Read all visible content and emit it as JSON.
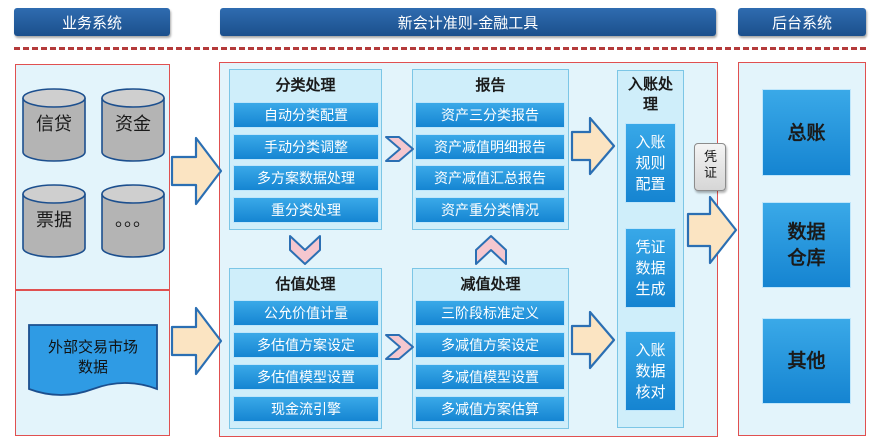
{
  "headers": {
    "left": "业务系统",
    "middle": "新会计准则-金融工具",
    "right": "后台系统"
  },
  "sources": {
    "cylinders": [
      "信贷",
      "资金",
      "票据",
      "。。。"
    ],
    "external": "外部交易市场数据"
  },
  "classification": {
    "title": "分类处理",
    "items": [
      "自动分类配置",
      "手动分类调整",
      "多方案数据处理",
      "重分类处理"
    ]
  },
  "report": {
    "title": "报告",
    "items": [
      "资产三分类报告",
      "资产减值明细报告",
      "资产减值汇总报告",
      "资产重分类情况"
    ]
  },
  "valuation": {
    "title": "估值处理",
    "items": [
      "公允价值计量",
      "多估值方案设定",
      "多估值模型设置",
      "现金流引擎"
    ]
  },
  "impairment": {
    "title": "减值处理",
    "items": [
      "三阶段标准定义",
      "多减值方案设定",
      "多减值模型设置",
      "多减值方案估算"
    ]
  },
  "posting": {
    "title": "入账处理",
    "items": [
      "入账规则配置",
      "凭证数据生成",
      "入账数据核对"
    ]
  },
  "voucher": "凭证",
  "backend": {
    "items": [
      "总账",
      "数据仓库",
      "其他"
    ]
  },
  "colors": {
    "header": "#1b4f8c",
    "item": "#1a8ad6",
    "arrow_fill": "#fbe4c2",
    "arrow_stroke": "#2b6fb3",
    "panel_border": "#e05050"
  }
}
